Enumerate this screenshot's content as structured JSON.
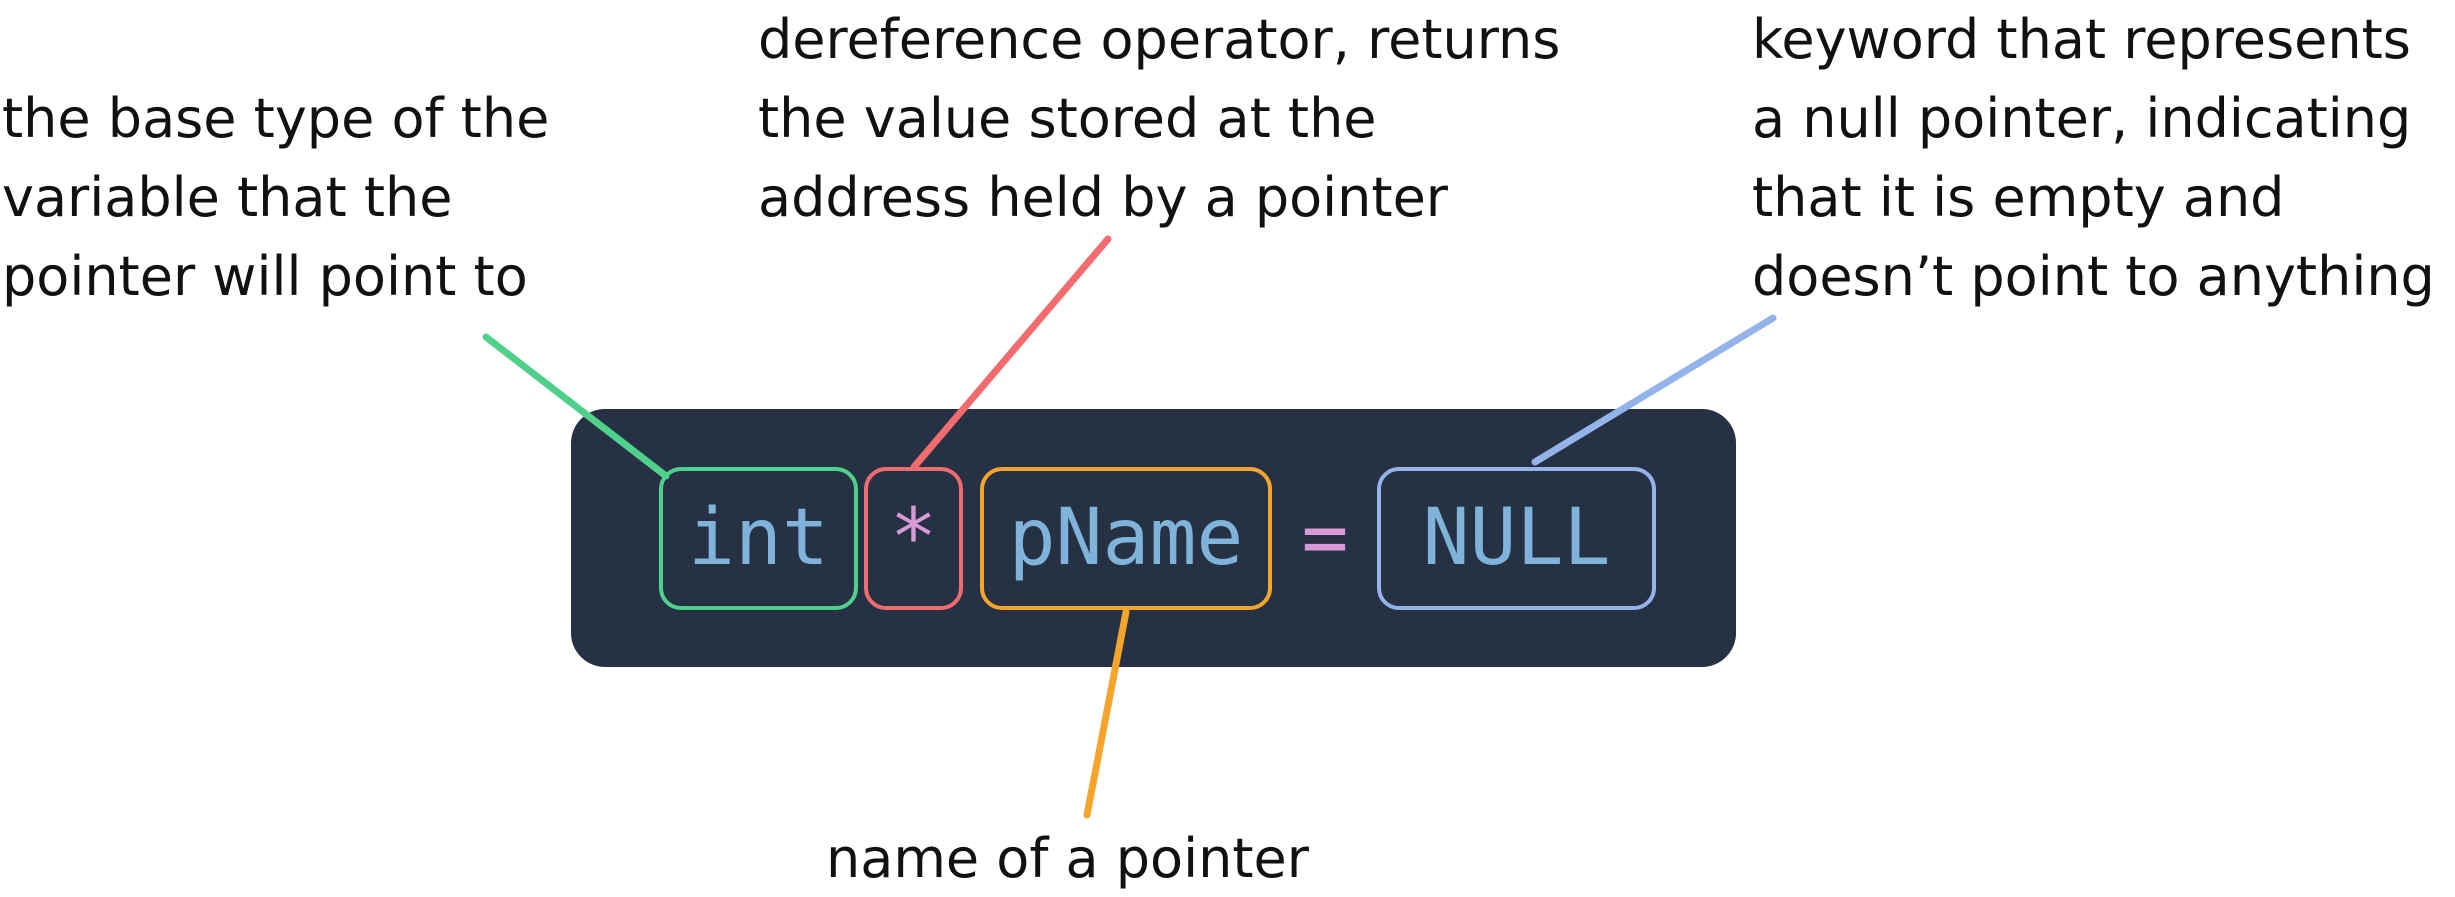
{
  "annotations": {
    "base_type": [
      "the base type of the",
      "variable that the",
      "pointer will point to"
    ],
    "dereference": [
      "dereference operator, returns",
      "the value stored at the",
      "address held by a pointer"
    ],
    "null_keyword": [
      "keyword that represents",
      "a null pointer, indicating",
      "that it is empty and",
      "doesn’t point to anything"
    ],
    "pointer_name": [
      "name of a pointer"
    ]
  },
  "code": {
    "type": "int",
    "operator": "*",
    "name": "pName",
    "assign": "=",
    "value": "NULL"
  },
  "colors": {
    "background": "#ffffff",
    "code_background": "#263144",
    "type_outline": "#4fd18c",
    "operator_outline": "#f26b6e",
    "name_outline": "#f5a52b",
    "null_outline": "#93b3ea",
    "code_text": "#7fb3d9",
    "operator_text": "#d79ad7"
  }
}
